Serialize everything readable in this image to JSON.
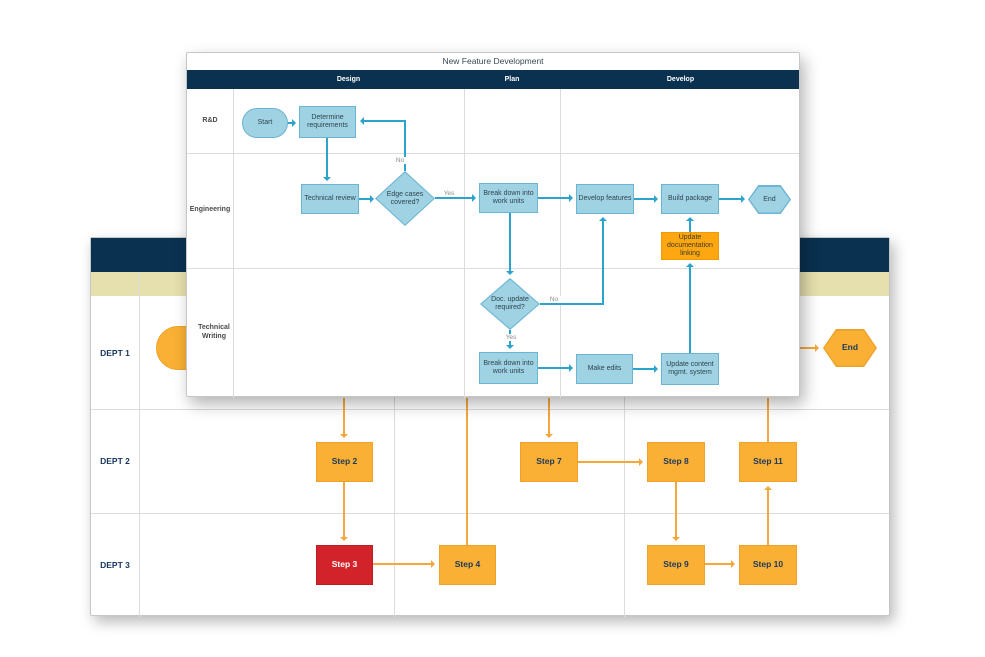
{
  "front_diagram": {
    "title": "New Feature Development",
    "phases": {
      "design": "Design",
      "plan": "Plan",
      "develop": "Develop"
    },
    "lanes": {
      "rnd": "R&D",
      "engineering": "Engineering",
      "technical_writing": "Technical Writing"
    },
    "nodes": {
      "start": "Start",
      "determine_requirements": "Determine requirements",
      "technical_review": "Technical review",
      "edge_cases_covered": "Edge cases covered?",
      "breakdown_engineering": "Break down into work units",
      "develop_features": "Develop features",
      "build_package": "Build package",
      "end": "End",
      "update_documentation_linking": "Update documentation linking",
      "doc_update_required": "Doc. update required?",
      "breakdown_technical_writing": "Break down into work units",
      "make_edits": "Make edits",
      "update_content_mgmt": "Update content mgmt. system"
    },
    "branch_labels": {
      "edge_cases_no": "No",
      "edge_cases_yes": "Yes",
      "doc_update_no": "No",
      "doc_update_yes": "Yes"
    },
    "flow": [
      "Start -> Determine requirements",
      "Determine requirements -> Technical review",
      "Technical review -> Edge cases covered?",
      "Edge cases covered? -No-> Determine requirements",
      "Edge cases covered? -Yes-> Break down into work units (Engineering)",
      "Break down into work units (Engineering) -> Develop features",
      "Develop features -> Build package",
      "Build package -> End",
      "Break down into work units (Engineering) -> Doc. update required?",
      "Doc. update required? -No-> Develop features",
      "Doc. update required? -Yes-> Break down into work units (Technical Writing)",
      "Break down into work units (Technical Writing) -> Make edits",
      "Make edits -> Update content mgmt. system",
      "Update content mgmt. system -> Update documentation linking",
      "Update documentation linking -> Build package"
    ],
    "colors": {
      "header_navy": "#0a3150",
      "shape_blue": "#9fd2e2",
      "shape_blue_border": "#6ab4d4",
      "connector_blue": "#2ba3cd",
      "highlight_orange": "#ffa711"
    }
  },
  "back_diagram": {
    "lanes": {
      "dept1": "DEPT 1",
      "dept2": "DEPT 2",
      "dept3": "DEPT 3"
    },
    "nodes": {
      "start": "Start",
      "end": "End",
      "step2": "Step 2",
      "step3": "Step 3",
      "step4": "Step 4",
      "step7": "Step 7",
      "step8": "Step 8",
      "step9": "Step 9",
      "step10": "Step 10",
      "step11": "Step 11"
    },
    "flow": [
      "Start -> (hidden steps) -> Step 2",
      "Step 2 -> Step 3",
      "Step 3 -> Step 4",
      "Step 4 -> (hidden)",
      "(hidden) -> Step 7",
      "Step 7 -> Step 8",
      "Step 8 -> Step 9",
      "Step 9 -> Step 10",
      "Step 10 -> Step 11",
      "Step 11 -> (hidden)",
      "(hidden) -> End"
    ],
    "colors": {
      "header_navy": "#0a3150",
      "phase_band_tan": "#e6e0ae",
      "shape_amber": "#f9b034",
      "alert_red": "#d2232a",
      "connector_orange": "#f6a73b"
    }
  }
}
